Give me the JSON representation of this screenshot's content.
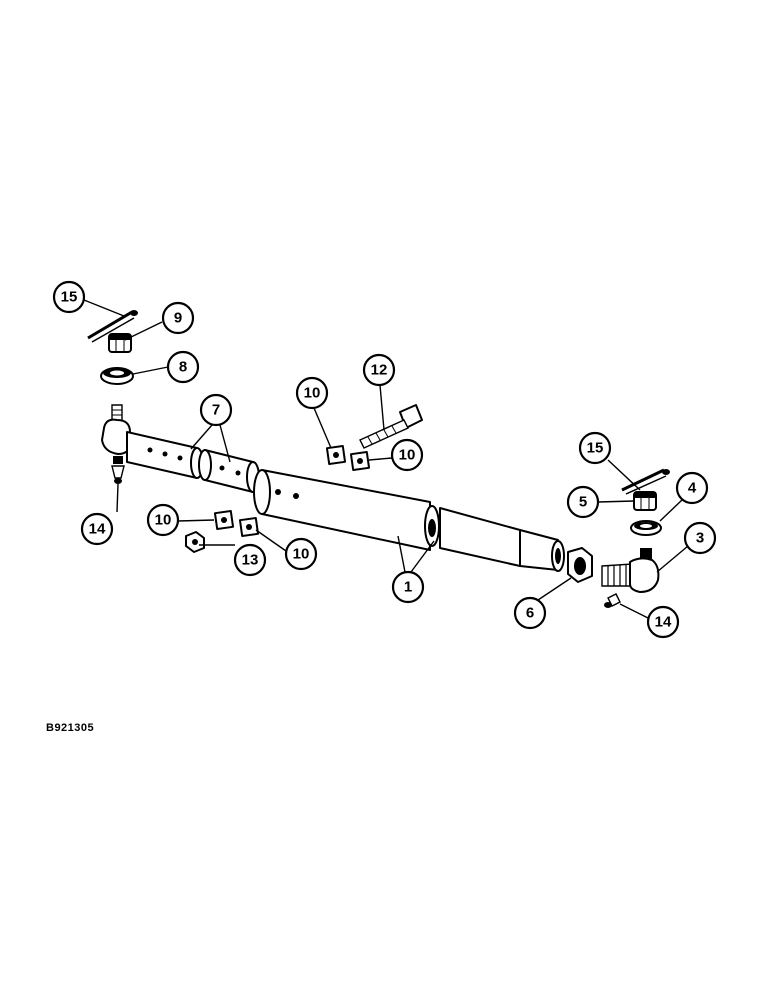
{
  "figure": {
    "drawing_code": "B921305",
    "callouts": [
      {
        "id": "c15-left",
        "label": "15"
      },
      {
        "id": "c9",
        "label": "9"
      },
      {
        "id": "c8",
        "label": "8"
      },
      {
        "id": "c7",
        "label": "7"
      },
      {
        "id": "c10-top",
        "label": "10"
      },
      {
        "id": "c12",
        "label": "12"
      },
      {
        "id": "c10-right",
        "label": "10"
      },
      {
        "id": "c14-left",
        "label": "14"
      },
      {
        "id": "c10-left",
        "label": "10"
      },
      {
        "id": "c13",
        "label": "13"
      },
      {
        "id": "c10-bottom",
        "label": "10"
      },
      {
        "id": "c1",
        "label": "1"
      },
      {
        "id": "c6",
        "label": "6"
      },
      {
        "id": "c15-right",
        "label": "15"
      },
      {
        "id": "c5",
        "label": "5"
      },
      {
        "id": "c4",
        "label": "4"
      },
      {
        "id": "c3",
        "label": "3"
      },
      {
        "id": "c14-right",
        "label": "14"
      }
    ]
  }
}
